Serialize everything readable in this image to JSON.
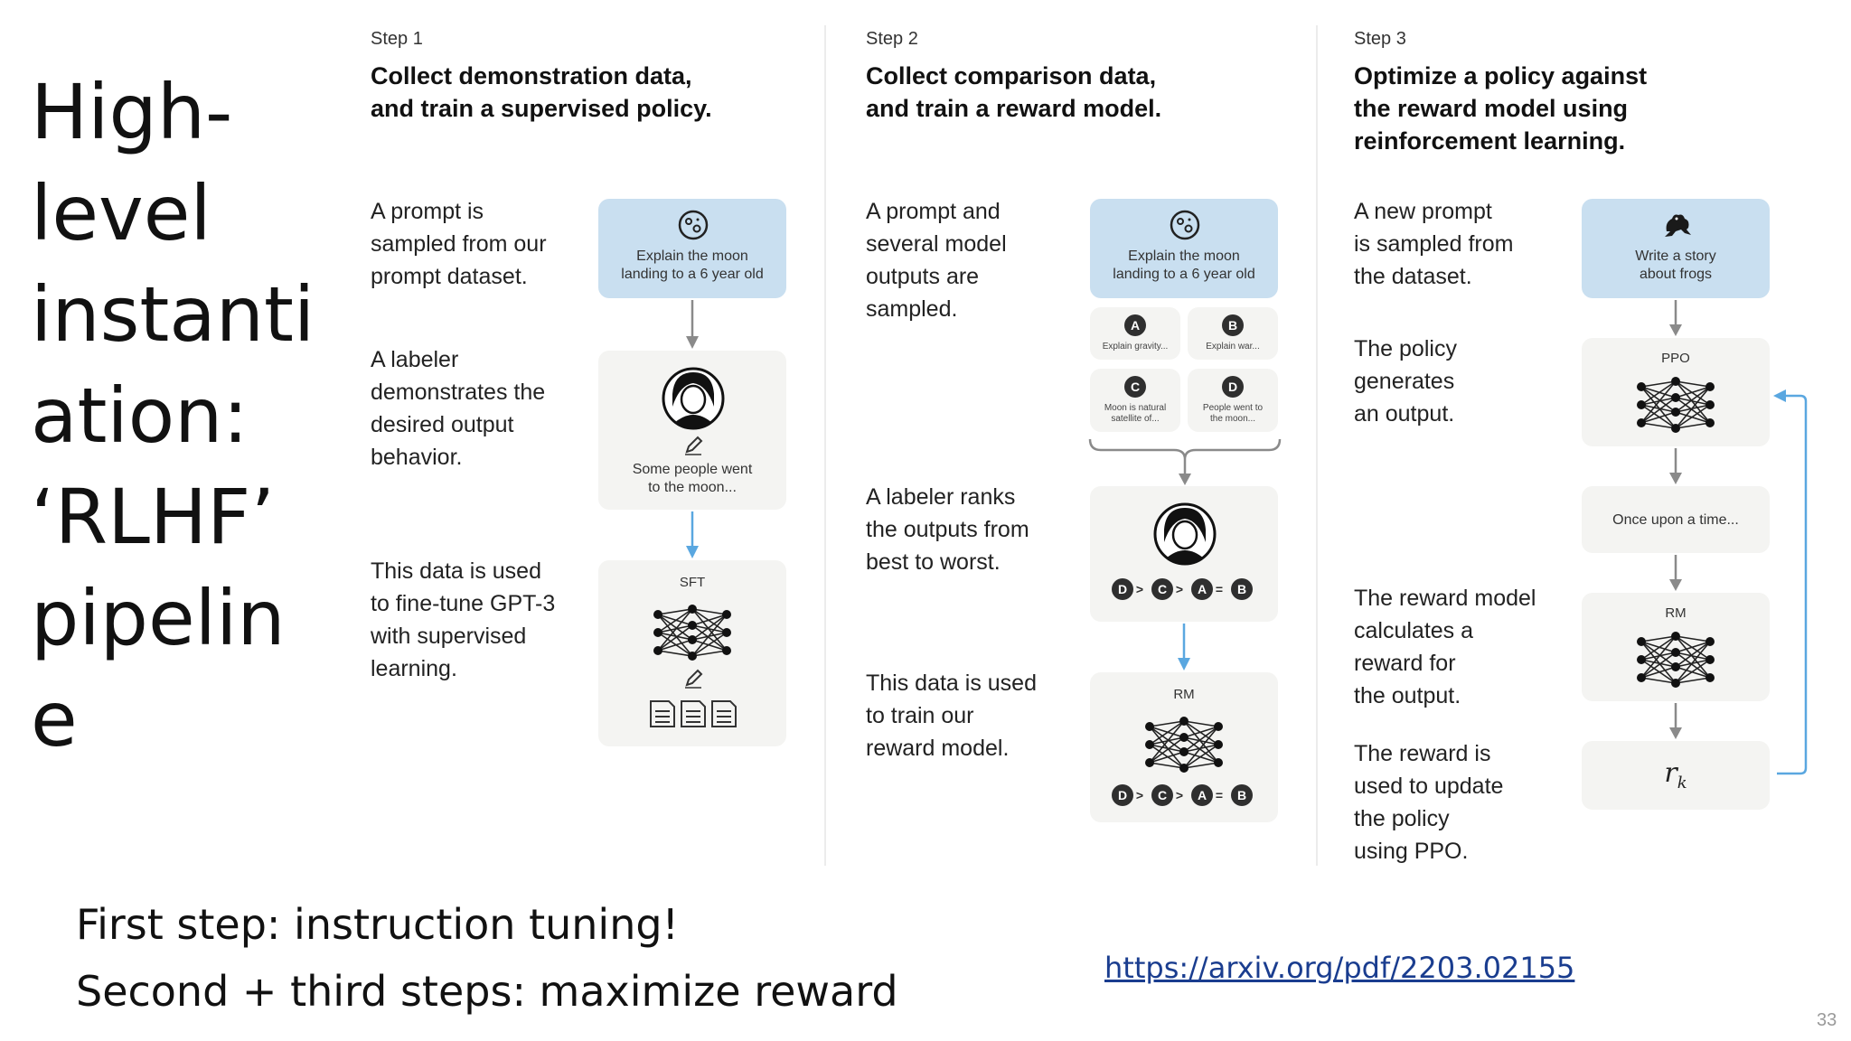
{
  "slide": {
    "title_lines": [
      "High-",
      "level",
      "instanti",
      "ation:",
      "‘RLHF’",
      "pipelin",
      "e"
    ],
    "bottom_line_1": "First step: instruction tuning!",
    "bottom_line_2": "Second + third steps: maximize reward",
    "link": "https://arxiv.org/pdf/2203.02155",
    "page_number": "33"
  },
  "step1": {
    "label": "Step 1",
    "heading": [
      "Collect demonstration data,",
      "and train a supervised policy."
    ],
    "desc1": [
      "A prompt is",
      "sampled from our",
      "prompt dataset."
    ],
    "desc2": [
      "A labeler",
      "demonstrates the",
      "desired output",
      "behavior."
    ],
    "desc3": [
      "This data is used",
      "to fine-tune GPT-3",
      "with supervised",
      "learning."
    ],
    "prompt": [
      "Explain the moon",
      "landing to a 6 year old"
    ],
    "demo": [
      "Some people went",
      "to the moon..."
    ],
    "model_label": "SFT"
  },
  "step2": {
    "label": "Step 2",
    "heading": [
      "Collect comparison data,",
      "and train a reward model."
    ],
    "desc1": [
      "A prompt and",
      "several model",
      "outputs are",
      "sampled."
    ],
    "desc2": [
      "A labeler ranks",
      "the outputs from",
      "best to worst."
    ],
    "desc3": [
      "This data is used",
      "to train our",
      "reward model."
    ],
    "prompt": [
      "Explain the moon",
      "landing to a 6 year old"
    ],
    "outputs": [
      {
        "letter": "A",
        "text": [
          "Explain gravity..."
        ]
      },
      {
        "letter": "B",
        "text": [
          "Explain war..."
        ]
      },
      {
        "letter": "C",
        "text": [
          "Moon is natural",
          "satellite of..."
        ]
      },
      {
        "letter": "D",
        "text": [
          "People went to",
          "the moon..."
        ]
      }
    ],
    "ranking": [
      "D",
      ">",
      "C",
      ">",
      "A",
      "=",
      "B"
    ],
    "model_label": "RM"
  },
  "step3": {
    "label": "Step 3",
    "heading": [
      "Optimize a policy against",
      "the reward model using",
      "reinforcement learning."
    ],
    "desc1": [
      "A new prompt",
      "is sampled from",
      "the dataset."
    ],
    "desc2": [
      "The policy",
      "generates",
      "an output."
    ],
    "desc3": [
      "The reward model",
      "calculates a",
      "reward for",
      "the output."
    ],
    "desc4": [
      "The reward is",
      "used to update",
      "the policy",
      "using PPO."
    ],
    "prompt": [
      "Write a story",
      "about frogs"
    ],
    "policy_label": "PPO",
    "output": "Once upon a time...",
    "rm_label": "RM",
    "reward_symbol": "r",
    "reward_subscript": "k"
  },
  "colors": {
    "prompt_box": "#c9dff0",
    "gray_box": "#f4f4f2",
    "arrow_gray": "#8a8a8a",
    "arrow_blue": "#5aa7e0",
    "link": "#1a3d8f"
  },
  "icons": [
    "moon-icon",
    "labeler-avatar-icon",
    "pencil-icon",
    "document-icon",
    "neural-network-icon",
    "frog-icon"
  ]
}
